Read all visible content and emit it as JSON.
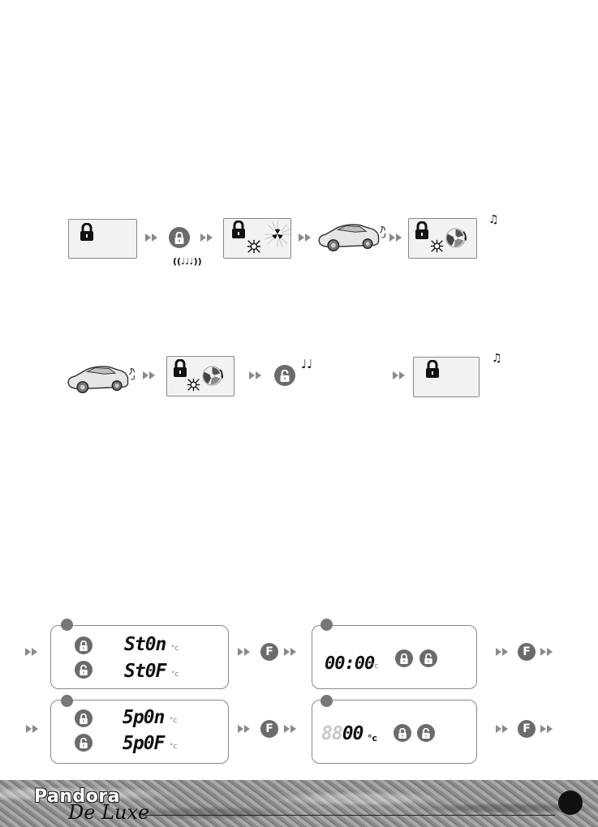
{
  "footer": {
    "brand_line1": "Pandora",
    "brand_line2": "De Luxe"
  },
  "buttons": {
    "f_label": "F"
  },
  "row1": {
    "notes_under_button": "((♩♩♩))",
    "notes_right": "♫"
  },
  "row2": {
    "notes_after_unlock": "♩♩",
    "notes_right": "♫"
  },
  "lcd_panels": {
    "p1_line1": "St0n",
    "p1_line2": "St0F",
    "p2_time": "00:00",
    "p3_line1": "5p0n",
    "p3_line2": "5p0F",
    "p4_ghost": "88",
    "p4_value": "00",
    "unit": "°c"
  },
  "colors": {
    "button_gray": "#6b6b6b",
    "lcd_bg": "#f2f2f2",
    "ghost_segment": "#c8c8c8"
  },
  "icons": [
    "lock-closed-icon",
    "lock-open-icon",
    "fast-forward-arrow-icon",
    "engine-start-icon",
    "fan-icon",
    "car-icon",
    "music-note-icon",
    "f-button-icon"
  ]
}
